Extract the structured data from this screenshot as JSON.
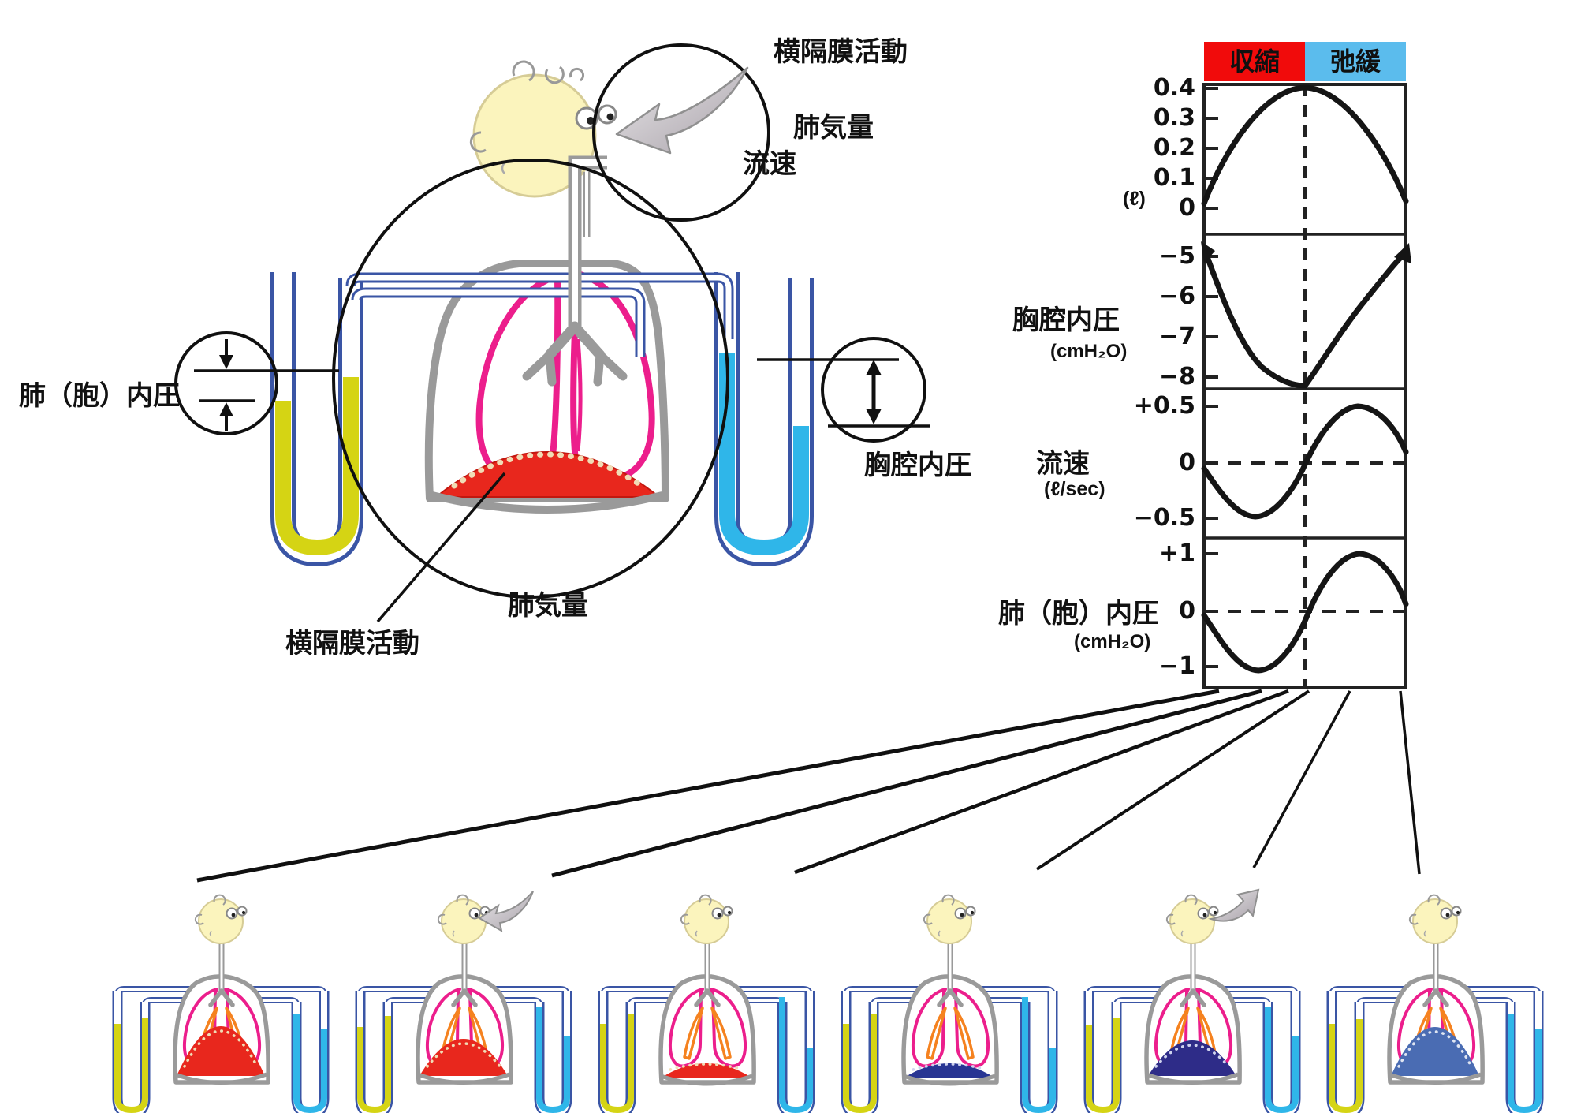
{
  "palette": {
    "contraction_red": "#f10b0b",
    "relaxation_blue": "#5bbced",
    "diaphragm_contracting": "#e8271d",
    "diaphragm_relaxing": "#283593",
    "diaphragm_relaxing_dark": "#2e2c88",
    "diaphragm_relaxed": "#4a6cb3",
    "manometer_yellow": "#d5d414",
    "manometer_cyan": "#2fb6e9",
    "pipe_blue": "#3a55a5",
    "lung_pink": "#ec1e8c",
    "muscle_orange": "#f5821f",
    "thorax_gray": "#9a9a9a",
    "head_yellow": "#fbf4bd",
    "curve_black": "#151515"
  },
  "header": {
    "diaphragm_activity_label": "横隔膜活動",
    "contraction": "収縮",
    "relaxation": "弛緩"
  },
  "main_diagram": {
    "labels": {
      "alveolar_pressure": "肺（胞）内圧",
      "flow_velocity": "流速",
      "pleural_pressure": "胸腔内圧",
      "lung_volume": "肺気量",
      "diaphragm_activity": "横隔膜活動"
    }
  },
  "chart_data": [
    {
      "type": "line",
      "title": "肺気量",
      "unit": "(ℓ)",
      "ylabel": "lung volume",
      "ylim": [
        0,
        0.45
      ],
      "tick_labels": [
        "0.4",
        "0.3",
        "0.2",
        "0.1",
        "0"
      ],
      "x_phase": [
        0,
        0.25,
        0.5,
        0.75,
        1
      ],
      "values": [
        0.02,
        0.25,
        0.4,
        0.25,
        0.02
      ],
      "grid": false,
      "note": "peaks at 0.4 at the contraction/relaxation boundary (vertical dashed line)"
    },
    {
      "type": "line",
      "title": "胸腔内圧",
      "unit": "(cmH₂O)",
      "ylabel": "intrapleural pressure",
      "ylim": [
        -8.5,
        -4.5
      ],
      "tick_labels": [
        "−5",
        "−6",
        "−7",
        "−8"
      ],
      "x_phase": [
        0,
        0.25,
        0.5,
        0.75,
        1
      ],
      "values": [
        -5.1,
        -7.6,
        -8.2,
        -6.4,
        -5.1
      ],
      "grid": false,
      "note": "minimum −8.2 at the dashed line; arrowheads at both curve ends"
    },
    {
      "type": "line",
      "title": "流速",
      "unit": "(ℓ/sec)",
      "ylabel": "flow velocity",
      "ylim": [
        -0.7,
        0.7
      ],
      "tick_labels": [
        "+0.5",
        "0",
        "−0.5"
      ],
      "x_phase": [
        0,
        0.25,
        0.5,
        0.75,
        1
      ],
      "values": [
        0,
        -0.45,
        0,
        0.5,
        0.1
      ],
      "zero_line": "dashed",
      "grid": false
    },
    {
      "type": "line",
      "title": "肺（胞）内圧",
      "unit": "(cmH₂O)",
      "ylabel": "intrapulmonary (alveolar) pressure",
      "ylim": [
        -1.3,
        1.3
      ],
      "tick_labels": [
        "+1",
        "0",
        "−1"
      ],
      "x_phase": [
        0,
        0.25,
        0.5,
        0.75,
        1
      ],
      "values": [
        0,
        -1,
        0,
        1,
        0.15
      ],
      "zero_line": "dashed",
      "grid": false
    }
  ]
}
